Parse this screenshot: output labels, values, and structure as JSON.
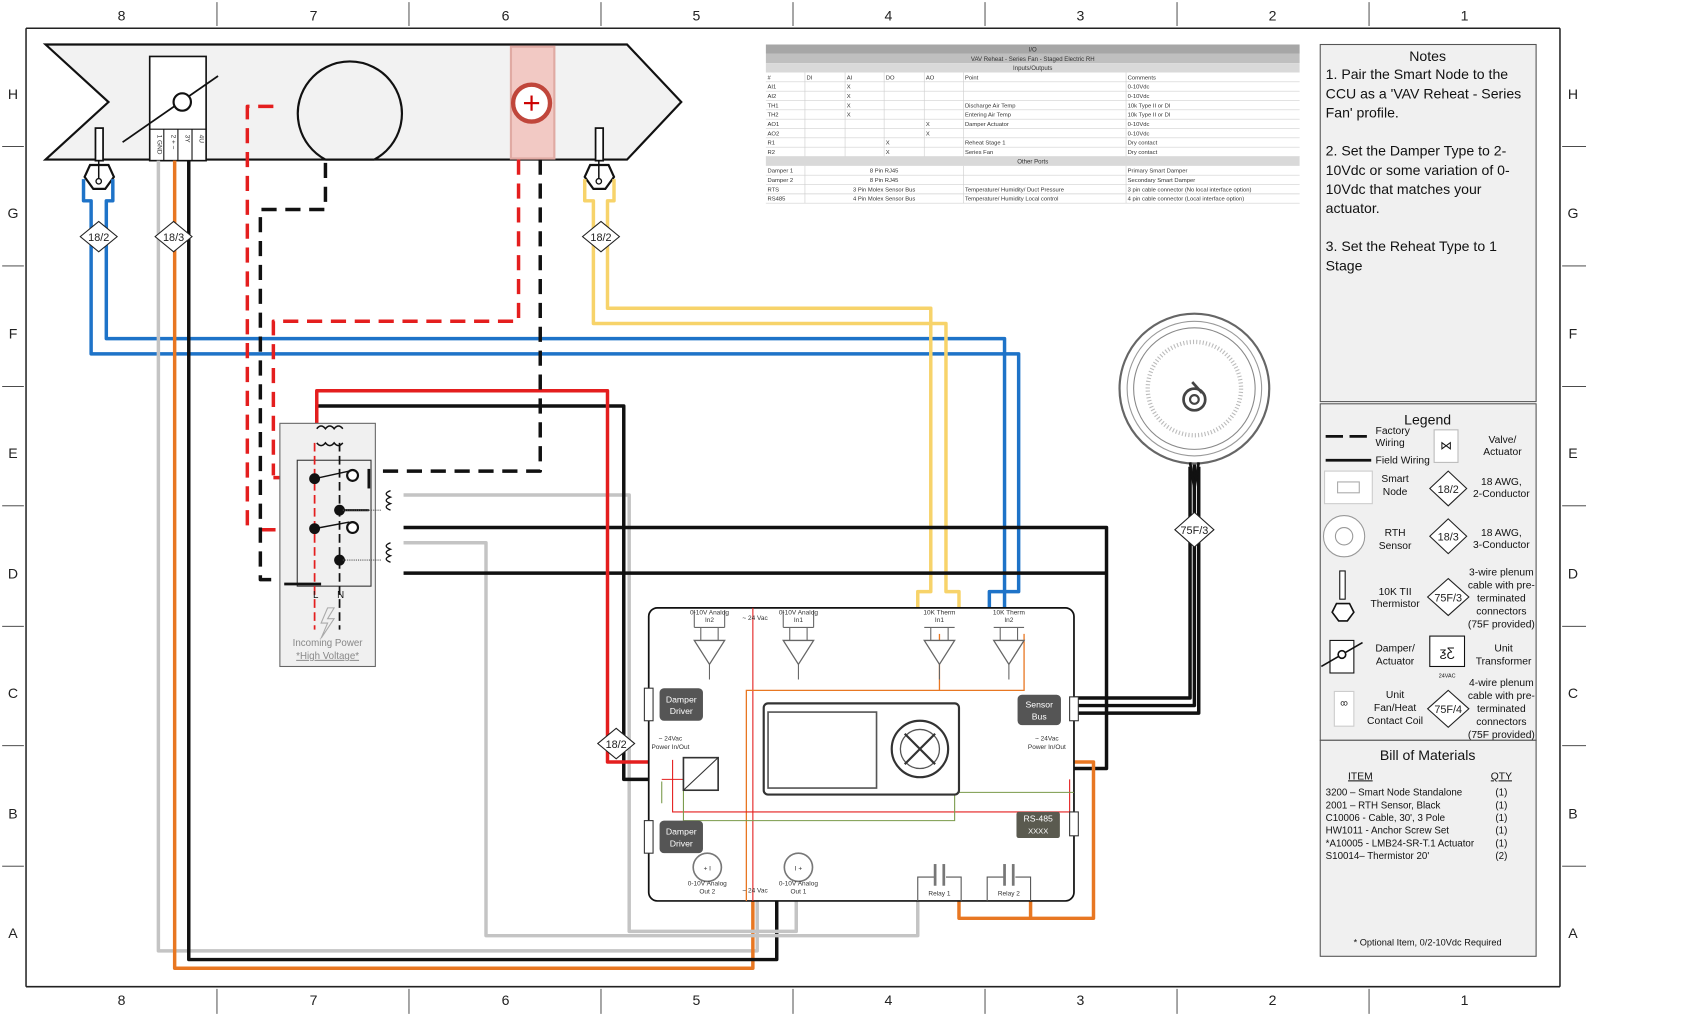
{
  "sheet": {
    "column_labels": [
      "8",
      "7",
      "6",
      "5",
      "4",
      "3",
      "2",
      "1"
    ],
    "row_labels": [
      "H",
      "G",
      "F",
      "E",
      "D",
      "C",
      "B",
      "A"
    ]
  },
  "io_table": {
    "title": "I/O",
    "subtitle": "VAV Reheat - Series Fan - Staged Electric RH",
    "section_io": "Inputs/Outputs",
    "headers": [
      "#",
      "DI",
      "AI",
      "DO",
      "AO",
      "Point",
      "Comments"
    ],
    "rows": [
      [
        "AI1",
        "",
        "X",
        "",
        "",
        "",
        "0-10Vdc"
      ],
      [
        "AI2",
        "",
        "X",
        "",
        "",
        "",
        "0-10Vdc"
      ],
      [
        "TH1",
        "",
        "X",
        "",
        "",
        "Discharge Air Temp",
        "10k Type II or DI"
      ],
      [
        "TH2",
        "",
        "X",
        "",
        "",
        "Entering Air Temp",
        "10k Type II or DI"
      ],
      [
        "AO1",
        "",
        "",
        "",
        "X",
        "Damper Actuator",
        "0-10Vdc"
      ],
      [
        "AO2",
        "",
        "",
        "",
        "X",
        "",
        "0-10Vdc"
      ],
      [
        "R1",
        "",
        "",
        "X",
        "",
        "Reheat Stage 1",
        "Dry contact"
      ],
      [
        "R2",
        "",
        "",
        "X",
        "",
        "Series Fan",
        "Dry contact"
      ]
    ],
    "section_other": "Other Ports",
    "other_rows": [
      [
        "Damper 1",
        "8 Pin RJ45",
        "",
        "Primary Smart Damper"
      ],
      [
        "Damper 2",
        "8 Pin RJ45",
        "",
        "Secondary Smart Damper"
      ],
      [
        "RTS",
        "3 Pin Molex Sensor Bus",
        "Temperature/ Humidity/ Duct Pressure",
        "3 pin cable connector (No local interface option)"
      ],
      [
        "RS485",
        "4 Pin Molex Sensor Bus",
        "Temperature/ Humidity Local control",
        "4 pin cable connector (Local interface option)"
      ]
    ]
  },
  "notes": {
    "title": "Notes",
    "lines": [
      "1. Pair the Smart Node to the",
      "CCU as a 'VAV Reheat - Series",
      "Fan' profile.",
      "",
      "2. Set the Damper Type to 2-",
      "10Vdc or some variation of 0-",
      "10Vdc that matches your",
      "actuator.",
      "",
      "3. Set the Reheat Type to 1",
      "Stage"
    ]
  },
  "legend": {
    "title": "Legend",
    "factory_wiring": [
      "Factory",
      "Wiring"
    ],
    "field_wiring": "Field Wiring",
    "valve": [
      "Valve/",
      "Actuator"
    ],
    "smart_node": [
      "Smart",
      "Node"
    ],
    "awg_18_2_tag": "18/2",
    "awg_18_2": [
      "18 AWG,",
      "2-Conductor"
    ],
    "rth_sensor": [
      "RTH",
      "Sensor"
    ],
    "awg_18_3_tag": "18/3",
    "awg_18_3": [
      "18 AWG,",
      "3-Conductor"
    ],
    "thermistor": [
      "10K TII",
      "Thermistor"
    ],
    "plenum3_tag": "75F/3",
    "plenum3": [
      "3-wire plenum",
      "cable with pre-",
      "terminated",
      "connectors",
      "(75F provided)"
    ],
    "damper": [
      "Damper/",
      "Actuator"
    ],
    "transformer": [
      "Unit",
      "Transformer"
    ],
    "transformer_rating": "24VAC",
    "coil": [
      "Unit",
      "Fan/Heat",
      "Contact Coil"
    ],
    "plenum4_tag": "75F/4",
    "plenum4": [
      "4-wire plenum",
      "cable with pre-",
      "terminated",
      "connectors",
      "(75F provided)"
    ]
  },
  "bom": {
    "title": "Bill of Materials",
    "col_item": "ITEM",
    "col_qty": "QTY",
    "rows": [
      {
        "item": "3200 – Smart Node Standalone",
        "qty": "(1)"
      },
      {
        "item": "2001 – RTH Sensor, Black",
        "qty": "(1)"
      },
      {
        "item": "C10006 - Cable, 30', 3 Pole",
        "qty": "(1)"
      },
      {
        "item": "HW1011 - Anchor Screw Set",
        "qty": "(1)"
      },
      {
        "item": "*A10005 - LMB24-SR-T.1 Actuator",
        "qty": "(1)"
      },
      {
        "item": "S10014– Thermistor 20'",
        "qty": "(2)"
      }
    ],
    "footnote": "* Optional Item, 0/2-10Vdc Required"
  },
  "diagram": {
    "actuator_terminals": [
      "1 GND",
      "2 + ~",
      "3Y",
      "4U"
    ],
    "tags": {
      "thermistor_left": "18/2",
      "actuator": "18/3",
      "thermistor_right": "18/2",
      "power": "18/2",
      "rth": "75F/3"
    },
    "power_box": {
      "line": "L",
      "neutral": "N",
      "label": "Incoming Power",
      "warning": "*High Voltage*"
    },
    "smart_node": {
      "analog_in2": [
        "0-10V Analog",
        "In2"
      ],
      "analog_in1": [
        "0-10V Analog",
        "In1"
      ],
      "vac_top": "~ 24  Vac",
      "therm_in1": [
        "10K Therm",
        "In1"
      ],
      "therm_in2": [
        "10K Therm",
        "In2"
      ],
      "damper_driver_1": [
        "Damper",
        "Driver"
      ],
      "damper_driver_2": [
        "Damper",
        "Driver"
      ],
      "sensor_bus": [
        "Sensor",
        "Bus"
      ],
      "power_left": [
        "~ 24Vac",
        "Power In/Out"
      ],
      "power_right": [
        "~ 24Vac",
        "Power In/Out"
      ],
      "rs485": "RS-485",
      "analog_out2": [
        "0-10V Analog",
        "Out 2"
      ],
      "analog_out1": [
        "0-10V Analog",
        "Out 1"
      ],
      "vac_bottom": "~ 24  Vac",
      "relay1": "Relay 1",
      "relay2": "Relay 2"
    }
  },
  "colors": {
    "red": "#e41e1e",
    "blue": "#1e73c8",
    "yellow": "#f7d36a",
    "orange": "#e87722",
    "gray": "#c4c4c4",
    "black": "#111111",
    "green": "#7a9a4a",
    "duct": "#f2f2f2"
  }
}
